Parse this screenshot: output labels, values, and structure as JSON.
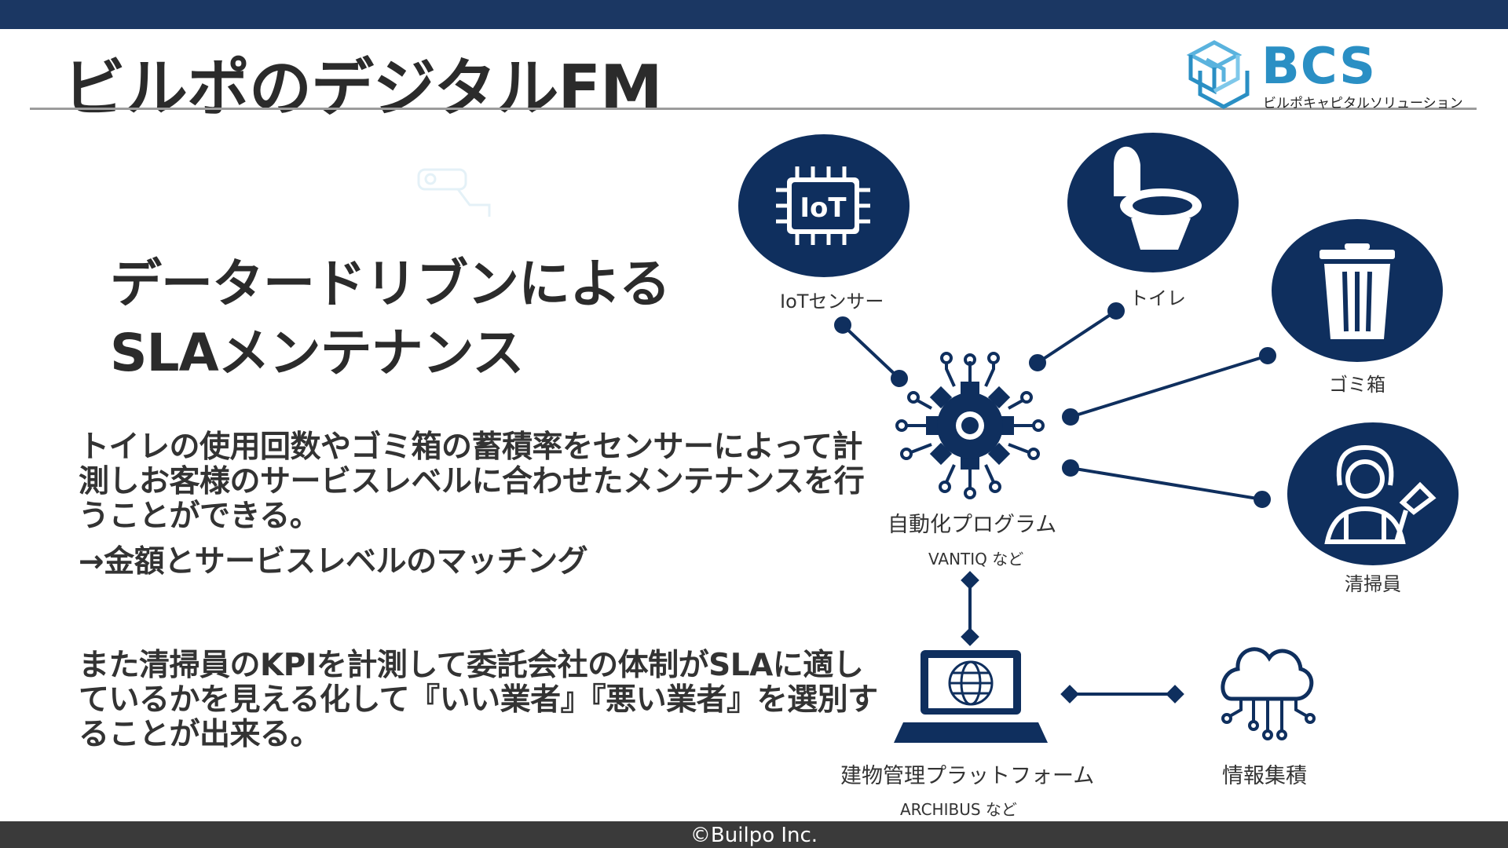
{
  "header": {
    "title": "ビルポのデジタルFM",
    "logo_text": "BCS",
    "logo_sub": "ビルポキャピタルソリューション"
  },
  "left": {
    "heading_line1": "データードリブンによる",
    "heading_line2": "SLAメンテナンス",
    "para1": "トイレの使用回数やゴミ箱の蓄積率をセンサーによって計測しお客様のサービスレベルに合わせたメンテナンスを行うことができる。",
    "para2": "→金額とサービスレベルのマッチング",
    "para3": "また清掃員のKPIを計測して委託会社の体制がSLAに適しているかを見える化して『いい業者』『悪い業者』を選別することが出来る。"
  },
  "diagram": {
    "iot_label": "IoTセンサー",
    "iot_chip_text": "IoT",
    "toilet_label": "トイレ",
    "trash_label": "ゴミ箱",
    "cleaner_label": "清掃員",
    "automation_label": "自動化プログラム",
    "automation_sub": "VANTIQ など",
    "platform_label": "建物管理プラットフォーム",
    "platform_sub": "ARCHIBUS など",
    "cloud_label": "情報集積",
    "colors": {
      "navy": "#0f2f5e",
      "logo_blue": "#2a8fc4"
    },
    "icons": [
      "iot-chip-icon",
      "toilet-icon",
      "trash-can-icon",
      "cleaner-icon",
      "gear-circuit-icon",
      "laptop-globe-icon",
      "cloud-network-icon"
    ]
  },
  "footer": {
    "text": "©Builpo Inc."
  }
}
